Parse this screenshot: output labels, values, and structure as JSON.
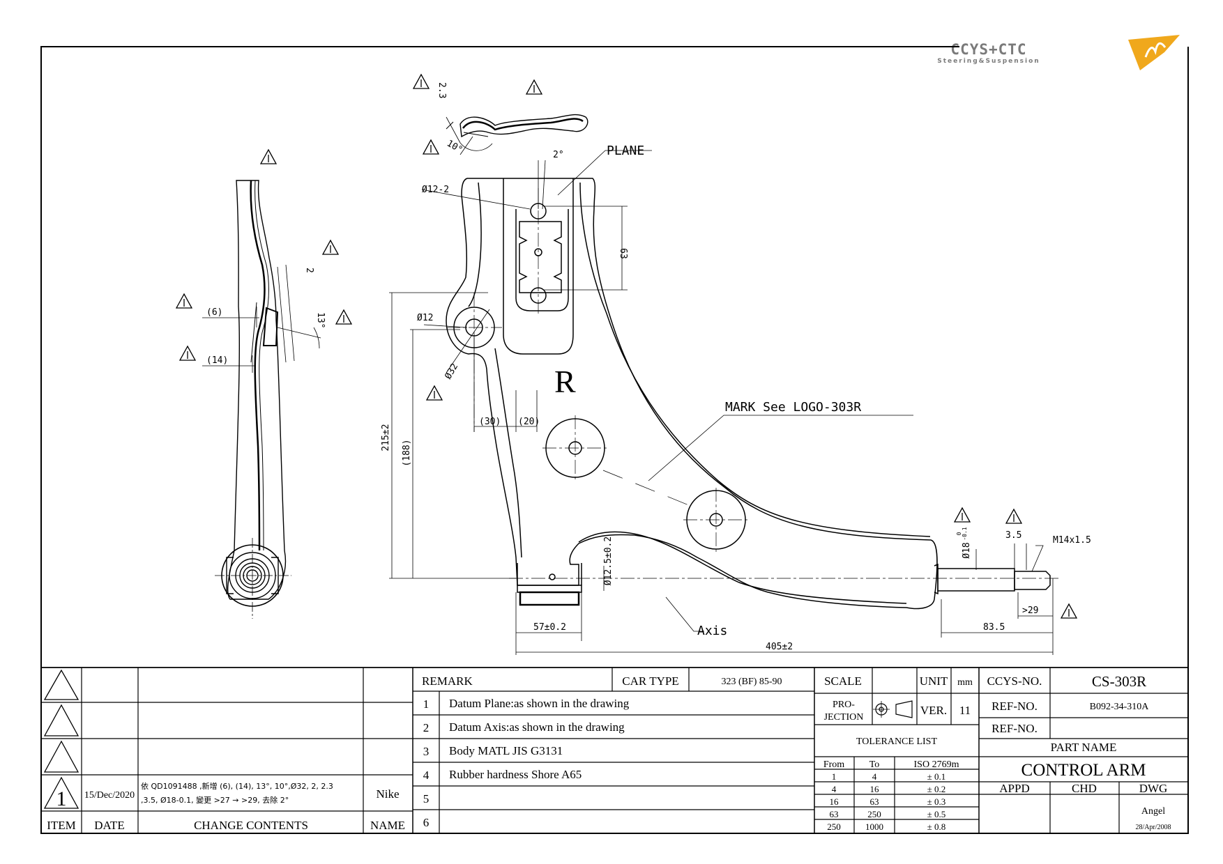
{
  "logo": {
    "brand": "CCYS+CTC",
    "tagline": "Steering&Suspension"
  },
  "drawing": {
    "side_view": {
      "dim_6": "(6)",
      "dim_14": "(14)",
      "dim_2": "2",
      "angle_13": "13°"
    },
    "section": {
      "thickness": "2.3",
      "angle_10": "10°"
    },
    "main_view": {
      "plane": "PLANE",
      "angle_2": "2°",
      "hole_12_2": "Ø12-2",
      "dim_63": "63",
      "hole_12": "Ø12",
      "dia_32": "Ø32",
      "dim_30": "(30)",
      "dim_20": "(20)",
      "side_mark": "R",
      "dim_215": "215±2",
      "dim_188": "(188)",
      "mark_note": "MARK See LOGO-303R",
      "dia_12_5": "Ø12.5±0.2",
      "dia_18": "Ø18",
      "dia_18_tol_upper": "0",
      "dia_18_tol_lower": "-0.1",
      "dim_3_5": "3.5",
      "thread": "M14x1.5",
      "dim_29": ">29",
      "dim_57": "57±0.2",
      "dim_83_5": "83.5",
      "dim_405": "405±2",
      "axis": "Axis"
    }
  },
  "revisions": {
    "header": {
      "item": "ITEM",
      "date": "DATE",
      "change": "CHANGE CONTENTS",
      "name": "NAME"
    },
    "rows": [
      {
        "item": "1",
        "date": "15/Dec/2020",
        "line1": "依 QD1091488 ,新增 (6), (14), 13°, 10°,Ø32, 2, 2.3",
        "line2": ",3.5, Ø18-0.1, 變更 >27 → >29, 去除 2°",
        "name": "Nike"
      }
    ]
  },
  "remarks": {
    "title": "REMARK",
    "car_type_label": "CAR TYPE",
    "car_type": "323 (BF) 85-90",
    "items": [
      {
        "n": "1",
        "text": "Datum Plane:as shown in the drawing"
      },
      {
        "n": "2",
        "text": "Datum Axis:as shown in the drawing"
      },
      {
        "n": "3",
        "text": "Body MATL JIS G3131"
      },
      {
        "n": "4",
        "text": "Rubber hardness Shore A65"
      },
      {
        "n": "5",
        "text": ""
      },
      {
        "n": "6",
        "text": ""
      }
    ]
  },
  "specs": {
    "scale_label": "SCALE",
    "unit_label": "UNIT",
    "unit": "mm",
    "projection_line1": "PRO-",
    "projection_line2": "JECTION",
    "ver_label": "VER.",
    "ver": "11",
    "tolerance_title": "TOLERANCE LIST",
    "tol_headers": {
      "from": "From",
      "to": "To",
      "std": "ISO 2769m"
    },
    "tolerances": [
      {
        "from": "1",
        "to": "4",
        "tol": "± 0.1"
      },
      {
        "from": "4",
        "to": "16",
        "tol": "± 0.2"
      },
      {
        "from": "16",
        "to": "63",
        "tol": "± 0.3"
      },
      {
        "from": "63",
        "to": "250",
        "tol": "± 0.5"
      },
      {
        "from": "250",
        "to": "1000",
        "tol": "± 0.8"
      }
    ]
  },
  "title_block": {
    "ccys_label": "CCYS-NO.",
    "ccys_no": "CS-303R",
    "ref_label": "REF-NO.",
    "ref_no": "B092-34-310A",
    "ref_label2": "REF-NO.",
    "ref_no2": "",
    "part_name_label": "PART NAME",
    "part_name": "CONTROL ARM",
    "appd": "APPD",
    "chd": "CHD",
    "dwg": "DWG",
    "drawn_by": "Angel",
    "drawn_date": "28/Apr/2008"
  },
  "colors": {
    "line": "#000000",
    "logo_gray": "#7a7a7a",
    "logo_orange": "#f0a81c",
    "background": "#ffffff"
  }
}
